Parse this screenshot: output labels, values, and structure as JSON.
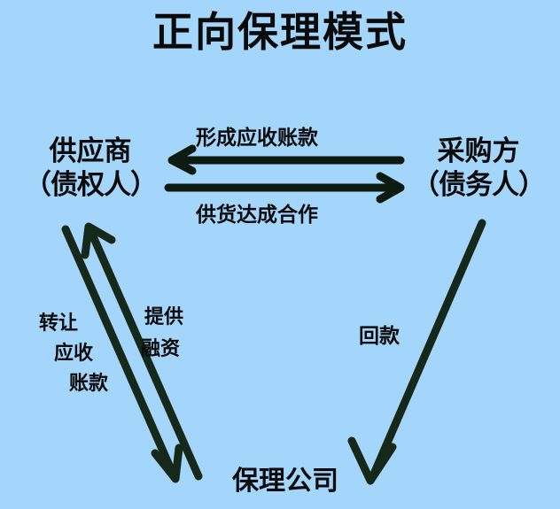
{
  "diagram": {
    "title": "正向保理模式",
    "background_color": "#a4d5fb",
    "stroke_color": "#102113",
    "text_color": "#0b0b0b",
    "type": "flow-diagram",
    "nodes": [
      {
        "id": "supplier",
        "name_line1": "供应商",
        "name_line2": "（债权人）",
        "position": "top-left"
      },
      {
        "id": "buyer",
        "name_line1": "采购方",
        "name_line2": "（债务人）",
        "position": "top-right"
      },
      {
        "id": "factor",
        "name_line1": "保理公司",
        "position": "bottom-center"
      }
    ],
    "edges": [
      {
        "id": "receivable-formed",
        "label": "形成应收账款",
        "from": "buyer",
        "to": "supplier",
        "direction": "right-to-left",
        "orientation": "horizontal-top"
      },
      {
        "id": "supply-cooperation",
        "label": "供货达成合作",
        "from": "supplier",
        "to": "buyer",
        "direction": "left-to-right",
        "orientation": "horizontal-bottom"
      },
      {
        "id": "assign-receivable",
        "label_line1": "转让",
        "label_line2": "应收",
        "label_line3": "账款",
        "from": "supplier",
        "to": "factor",
        "direction": "downward",
        "orientation": "diagonal-left-outer"
      },
      {
        "id": "provide-financing",
        "label_line1": "提供",
        "label_line2": "融资",
        "from": "factor",
        "to": "supplier",
        "direction": "upward",
        "orientation": "diagonal-left-inner"
      },
      {
        "id": "repayment",
        "label": "回款",
        "from": "buyer",
        "to": "factor",
        "direction": "downward",
        "orientation": "diagonal-right"
      }
    ]
  }
}
